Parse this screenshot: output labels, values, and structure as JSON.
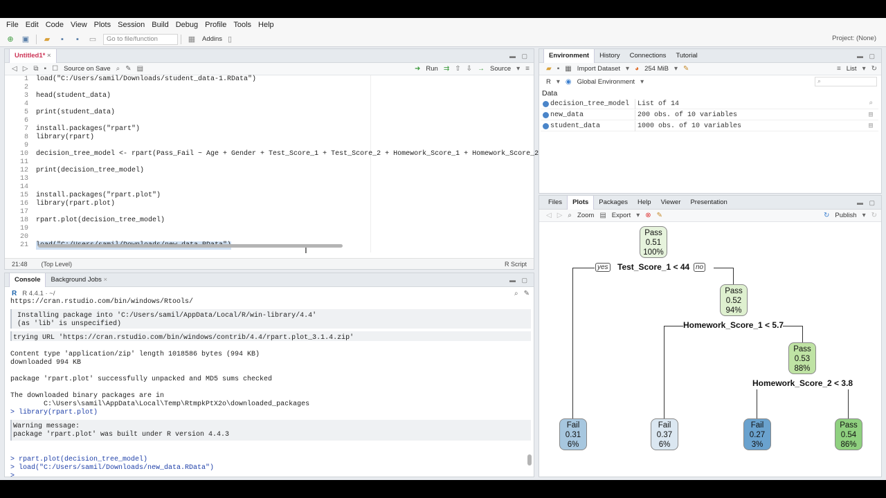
{
  "menu": [
    "File",
    "Edit",
    "Code",
    "View",
    "Plots",
    "Session",
    "Build",
    "Debug",
    "Profile",
    "Tools",
    "Help"
  ],
  "toolbar": {
    "goto_placeholder": "Go to file/function",
    "addins": "Addins",
    "project": "Project: (None)"
  },
  "editor": {
    "tab": "Untitled1*",
    "source_on_save": "Source on Save",
    "run": "Run",
    "source": "Source",
    "lines": [
      {
        "n": "1",
        "t": "load(\"C:/Users/samil/Downloads/student_data-1.RData\")"
      },
      {
        "n": "2",
        "t": ""
      },
      {
        "n": "3",
        "t": "head(student_data)"
      },
      {
        "n": "4",
        "t": ""
      },
      {
        "n": "5",
        "t": "print(student_data)"
      },
      {
        "n": "6",
        "t": ""
      },
      {
        "n": "7",
        "t": "install.packages(\"rpart\")"
      },
      {
        "n": "8",
        "t": "library(rpart)"
      },
      {
        "n": "9",
        "t": ""
      },
      {
        "n": "10",
        "t": "decision_tree_model <- rpart(Pass_Fail ~ Age + Gender + Test_Score_1 + Test_Score_2 + Homework_Score_1 + Homework_Score_2"
      },
      {
        "n": "11",
        "t": ""
      },
      {
        "n": "12",
        "t": "print(decision_tree_model)"
      },
      {
        "n": "13",
        "t": ""
      },
      {
        "n": "14",
        "t": ""
      },
      {
        "n": "15",
        "t": "install.packages(\"rpart.plot\")"
      },
      {
        "n": "16",
        "t": "library(rpart.plot)"
      },
      {
        "n": "17",
        "t": ""
      },
      {
        "n": "18",
        "t": "rpart.plot(decision_tree_model)"
      },
      {
        "n": "19",
        "t": ""
      },
      {
        "n": "20",
        "t": ""
      },
      {
        "n": "21",
        "t": "load(\"C:/Users/samil/Downloads/new_data.RData\")"
      }
    ],
    "cursor_pos": "21:48",
    "scope": "(Top Level)",
    "filetype": "R Script"
  },
  "console": {
    "tab_console": "Console",
    "tab_jobs": "Background Jobs",
    "r_version": "R 4.4.1 · ~/",
    "lines": [
      "https://cran.rstudio.com/bin/windows/Rtools/",
      " Installing package into 'C:/Users/samil/AppData/Local/R/win-library/4.4'",
      " (as 'lib' is unspecified)",
      "trying URL 'https://cran.rstudio.com/bin/windows/contrib/4.4/rpart.plot_3.1.4.zip'",
      "Content type 'application/zip' length 1018586 bytes (994 KB)",
      "downloaded 994 KB",
      "package 'rpart.plot' successfully unpacked and MD5 sums checked",
      "The downloaded binary packages are in",
      "        C:\\Users\\samil\\AppData\\Local\\Temp\\RtmpkPtX2o\\downloaded_packages",
      "> library(rpart.plot)",
      "Warning message:",
      "package 'rpart.plot' was built under R version 4.4.3",
      "> rpart.plot(decision_tree_model)",
      "> load(\"C:/Users/samil/Downloads/new_data.RData\")",
      "> "
    ]
  },
  "environment": {
    "tabs": [
      "Environment",
      "History",
      "Connections",
      "Tutorial"
    ],
    "import": "Import Dataset",
    "memory": "254 MiB",
    "view": "List",
    "lang": "R",
    "scope": "Global Environment",
    "section": "Data",
    "rows": [
      {
        "name": "decision_tree_model",
        "value": "List of  14"
      },
      {
        "name": "new_data",
        "value": "200 obs. of 10 variables"
      },
      {
        "name": "student_data",
        "value": "1000 obs. of 10 variables"
      }
    ]
  },
  "plots": {
    "tabs": [
      "Files",
      "Plots",
      "Packages",
      "Help",
      "Viewer",
      "Presentation"
    ],
    "zoom": "Zoom",
    "export": "Export",
    "publish": "Publish",
    "tree": {
      "root": {
        "cls": "Pass",
        "p": "0.51",
        "pct": "100%"
      },
      "split1": "Test_Score_1 < 44",
      "yes": "yes",
      "no": "no",
      "n2": {
        "cls": "Pass",
        "p": "0.52",
        "pct": "94%"
      },
      "split2": "Homework_Score_1 < 5.7",
      "n3": {
        "cls": "Pass",
        "p": "0.53",
        "pct": "88%"
      },
      "split3": "Homework_Score_2 < 3.8",
      "leaves": [
        {
          "cls": "Fail",
          "p": "0.31",
          "pct": "6%"
        },
        {
          "cls": "Fail",
          "p": "0.37",
          "pct": "6%"
        },
        {
          "cls": "Fail",
          "p": "0.27",
          "pct": "3%"
        },
        {
          "cls": "Pass",
          "p": "0.54",
          "pct": "86%"
        }
      ]
    }
  }
}
